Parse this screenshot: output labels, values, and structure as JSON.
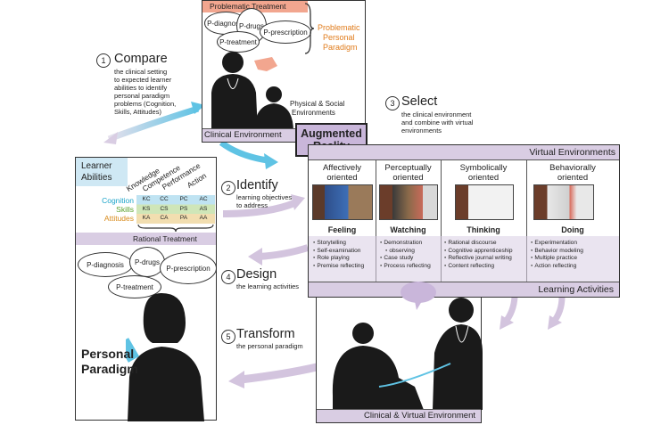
{
  "clinical_env": {
    "problematic_treatment": "Problematic Treatment",
    "ovals": [
      "P-diagnosis",
      "P-drugs",
      "P-treatment",
      "P-prescription"
    ],
    "problematic_paradigm": [
      "Problematic",
      "Personal",
      "Paradigm"
    ],
    "physical_social": [
      "Physical & Social",
      "Environments"
    ],
    "footer": "Clinical Environment"
  },
  "steps": {
    "compare": {
      "num": "1",
      "title": "Compare",
      "desc": [
        "the clinical setting",
        "to  expected learner",
        "abilities to identify",
        "personal paradigm",
        "problems (Cognition,",
        "Skills, Attitudes)"
      ]
    },
    "identify": {
      "num": "2",
      "title": "Identify",
      "desc": [
        "learning objectives",
        "to address"
      ]
    },
    "select": {
      "num": "3",
      "title": "Select",
      "desc": [
        "the clinical environment",
        "and combine with virtual",
        "environments"
      ]
    },
    "design": {
      "num": "4",
      "title": "Design",
      "desc": [
        "the learning activities"
      ]
    },
    "transform": {
      "num": "5",
      "title": "Transform",
      "desc": [
        "the personal paradigm"
      ]
    }
  },
  "augmented_reality": [
    "Augmented",
    "Reality"
  ],
  "virtual_env": {
    "header": "Virtual Environments",
    "footer": "Learning Activities",
    "columns": [
      {
        "title": [
          "Affectively",
          "oriented"
        ],
        "verb": "Feeling",
        "bullets": [
          "Storytelling",
          "Self-examination",
          "Role playing",
          "Premise reflecting"
        ]
      },
      {
        "title": [
          "Perceptually",
          "oriented"
        ],
        "verb": "Watching",
        "bullets": [
          "Demonstration",
          "observing",
          "Case study",
          "Process reflecting"
        ]
      },
      {
        "title": [
          "Symbolically",
          "oriented"
        ],
        "verb": "Thinking",
        "bullets": [
          "Rational discourse",
          "Cognitive apprenticeship",
          "Reflective journal writing",
          "Content reflecting"
        ]
      },
      {
        "title": [
          "Behaviorally",
          "oriented"
        ],
        "verb": "Doing",
        "bullets": [
          "Experimentation",
          "Behavior modeling",
          "Multiple practice",
          "Action reflecting"
        ]
      }
    ]
  },
  "learner": {
    "header": [
      "Learner",
      "Abilities"
    ],
    "col_headers": [
      "Knowledge",
      "Competence",
      "Performance",
      "Action"
    ],
    "row_labels": [
      "Cognition",
      "Skills",
      "Attitudes"
    ],
    "grid": [
      [
        "KC",
        "CC",
        "PC",
        "AC"
      ],
      [
        "KS",
        "CS",
        "PS",
        "AS"
      ],
      [
        "KA",
        "CA",
        "PA",
        "AA"
      ]
    ],
    "rational_treatment": "Rational Treatment",
    "ovals": [
      "P-diagnosis",
      "P-drugs",
      "P-treatment",
      "P-prescription"
    ],
    "personal_paradigm": [
      "Personal",
      "Paradigm"
    ]
  },
  "clinical_virtual_footer": "Clinical & Virtual Environment",
  "colors": {
    "lavender": "#d9cde3",
    "salmon": "#f2a68f",
    "orange_text": "#e07b1a",
    "cognition": "#1aa3c9",
    "skills": "#5aa02c",
    "attitudes": "#d88a1a",
    "arrow_blue": "#5fc3e4",
    "arrow_lavender": "#d3c4de"
  }
}
